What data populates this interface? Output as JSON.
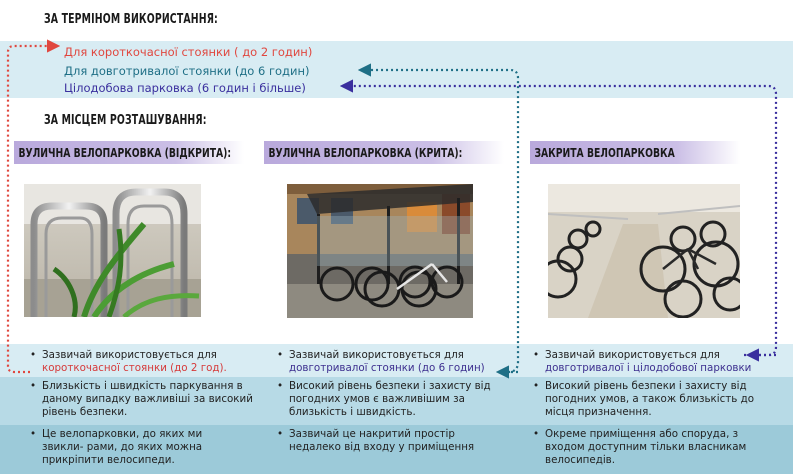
{
  "colors": {
    "short_term": "#e0473f",
    "long_term": "#1f6f86",
    "all_day": "#3a2f9e",
    "band_light": "#d8ecf3",
    "band_mid": "#b7dae6",
    "band_dark": "#9ccad9",
    "banner_purple": "#b9a9dc"
  },
  "section_term": {
    "title": "ЗА ТЕРМІНОМ ВИКОРИСТАННЯ:"
  },
  "terms": {
    "short": "Для короткочасної стоянки ( до 2 годин)",
    "long": "Для довготривалої стоянки (до 6 годин)",
    "all_day": "Цілодобова парковка (6 годин і більше)"
  },
  "section_place": {
    "title": "ЗА МІСЦЕМ РОЗТАШУВАННЯ:"
  },
  "columns": [
    {
      "banner": "ВУЛИЧНА ВЕЛОПАРКОВКА (ВІДКРИТА):",
      "image": "open-bike-rack-photo",
      "bullet1_prefix": "Зазвичай використовується для",
      "bullet1_highlight": "короткочасної стоянки (до 2 год).",
      "bullet2": "Близькість і швидкість паркування в даному випадку важливіші за високий рівень безпеки.",
      "bullet3": "Це велопарковки, до яких ми звикли- рами, до яких можна прикріпити велосипеди."
    },
    {
      "banner": "ВУЛИЧНА ВЕЛОПАРКОВКА (КРИТА):",
      "image": "covered-bike-shelter-photo",
      "bullet1_prefix": "Зазвичай використовується для",
      "bullet1_highlight": "довготривалої стоянки (до 6 годин)",
      "bullet2": "Високий рівень безпеки і захисту від погодних умов є важливішим за близькість і швидкість.",
      "bullet3": "Зазвичай це накритий простір недалеко від входу у приміщення"
    },
    {
      "banner": "ЗАКРИТА ВЕЛОПАРКОВКА",
      "image": "indoor-bike-room-photo",
      "bullet1_prefix": "Зазвичай використовується для",
      "bullet1_highlight": "довготривалої і цілодобової парковки",
      "bullet2": "Високий рівень безпеки і захисту від погодних умов, а також близькість до місця призначення.",
      "bullet3": "Окреме приміщення або споруда, з входом доступним тільки власникам велосипедів."
    }
  ],
  "bullet_symbol": "•"
}
